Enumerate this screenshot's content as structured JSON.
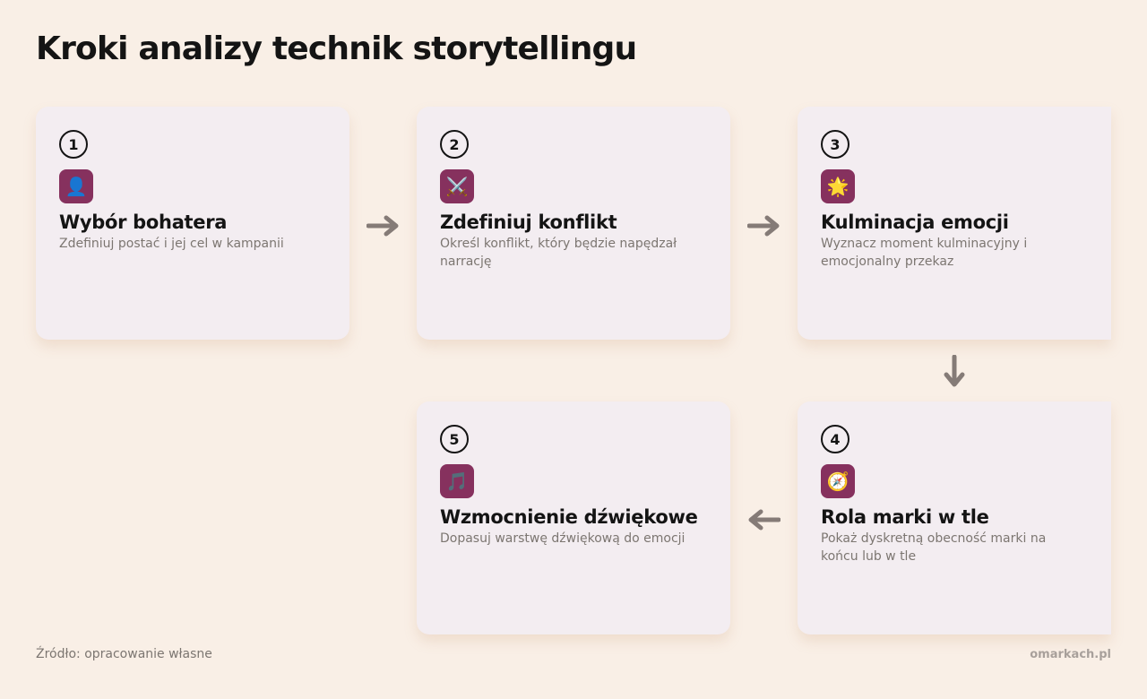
{
  "title": "Kroki analizy technik storytellingu",
  "steps": [
    {
      "number": "1",
      "icon": "👤",
      "icon_name": "person-icon",
      "title": "Wybór bohatera",
      "description": "Zdefiniuj postać i jej cel w kampanii"
    },
    {
      "number": "2",
      "icon": "⚔️",
      "icon_name": "crossed-swords-icon",
      "title": "Zdefiniuj konflikt",
      "description": "Określ konflikt, który będzie napędzał narrację"
    },
    {
      "number": "3",
      "icon": "🌟",
      "icon_name": "star-icon",
      "title": "Kulminacja emocji",
      "description": "Wyznacz moment kulminacyjny i emocjonalny przekaz"
    },
    {
      "number": "4",
      "icon": "🧭",
      "icon_name": "compass-icon",
      "title": "Rola marki w tle",
      "description": "Pokaż dyskretną obecność marki na końcu lub w tle"
    },
    {
      "number": "5",
      "icon": "🎵",
      "icon_name": "music-note-icon",
      "title": "Wzmocnienie dźwiękowe",
      "description": "Dopasuj warstwę dźwiękową do emocji"
    }
  ],
  "arrows": {
    "right": "➞",
    "down": "🡣",
    "left": "🡠"
  },
  "footer": {
    "source": "Źródło: opracowanie własne",
    "brand": "omarkach.pl"
  },
  "colors": {
    "background": "#f9efe6",
    "card": "#f3edf1",
    "icon_tile": "#86315e",
    "arrow": "#857b77"
  }
}
